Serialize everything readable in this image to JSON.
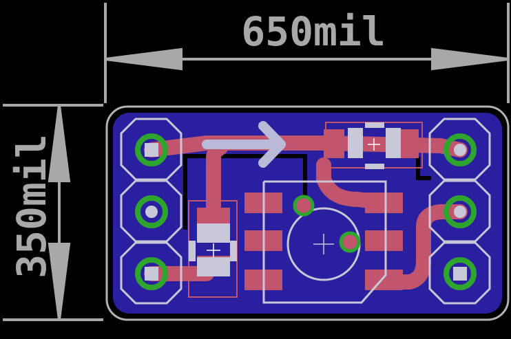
{
  "dimensions": {
    "width_label": "650mil",
    "height_label": "350mil"
  },
  "colors": {
    "background": "#000000",
    "board_outline": "#b3b3b3",
    "copper_pour": "#2a1f9e",
    "top_copper": "#c2556e",
    "via_ring": "#2fa52f",
    "dimension": "#a8a8a8",
    "silkscreen": "#c8c8c8",
    "pad": "#c8c8d8"
  },
  "components": {
    "left_header_pins": [
      "pin-1",
      "pin-2",
      "pin-3"
    ],
    "right_header_pins": [
      "pin-4",
      "pin-5",
      "pin-6"
    ],
    "ic": "sensor-ic",
    "top_passive": "resistor-top",
    "left_passive": "capacitor-left"
  }
}
